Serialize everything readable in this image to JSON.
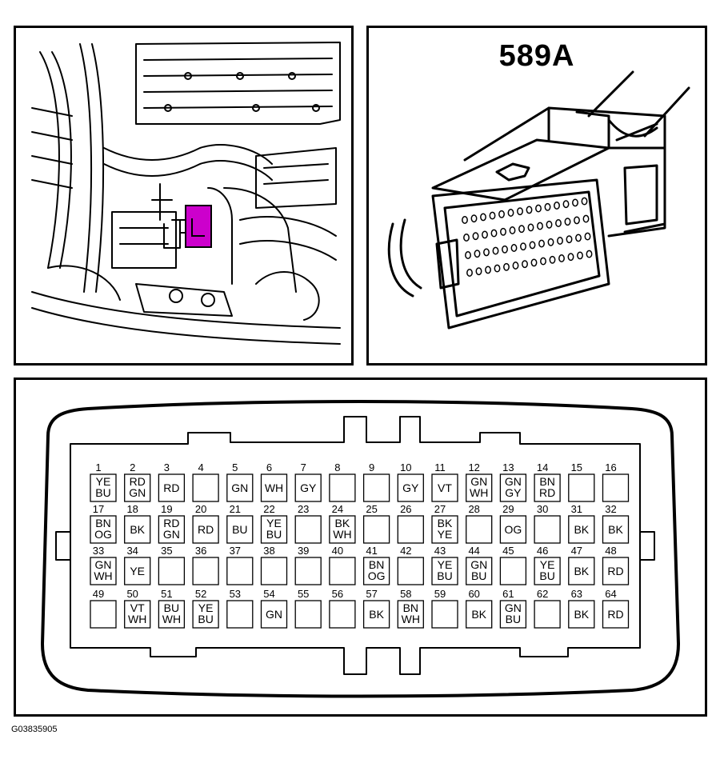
{
  "connector": {
    "id": "589A",
    "highlight_color": "#cc00cc",
    "figure_code": "G03835905"
  },
  "pins": [
    {
      "n": "1",
      "c": [
        "YE",
        "BU"
      ]
    },
    {
      "n": "2",
      "c": [
        "RD",
        "GN"
      ]
    },
    {
      "n": "3",
      "c": [
        "RD"
      ]
    },
    {
      "n": "4",
      "c": []
    },
    {
      "n": "5",
      "c": [
        "GN"
      ]
    },
    {
      "n": "6",
      "c": [
        "WH"
      ]
    },
    {
      "n": "7",
      "c": [
        "GY"
      ]
    },
    {
      "n": "8",
      "c": []
    },
    {
      "n": "9",
      "c": []
    },
    {
      "n": "10",
      "c": [
        "GY"
      ]
    },
    {
      "n": "11",
      "c": [
        "VT"
      ]
    },
    {
      "n": "12",
      "c": [
        "GN",
        "WH"
      ]
    },
    {
      "n": "13",
      "c": [
        "GN",
        "GY"
      ]
    },
    {
      "n": "14",
      "c": [
        "BN",
        "RD"
      ]
    },
    {
      "n": "15",
      "c": []
    },
    {
      "n": "16",
      "c": []
    },
    {
      "n": "17",
      "c": [
        "BN",
        "OG"
      ]
    },
    {
      "n": "18",
      "c": [
        "BK"
      ]
    },
    {
      "n": "19",
      "c": [
        "RD",
        "GN"
      ]
    },
    {
      "n": "20",
      "c": [
        "RD"
      ]
    },
    {
      "n": "21",
      "c": [
        "BU"
      ]
    },
    {
      "n": "22",
      "c": [
        "YE",
        "BU"
      ]
    },
    {
      "n": "23",
      "c": []
    },
    {
      "n": "24",
      "c": [
        "BK",
        "WH"
      ]
    },
    {
      "n": "25",
      "c": []
    },
    {
      "n": "26",
      "c": []
    },
    {
      "n": "27",
      "c": [
        "BK",
        "YE"
      ]
    },
    {
      "n": "28",
      "c": []
    },
    {
      "n": "29",
      "c": [
        "OG"
      ]
    },
    {
      "n": "30",
      "c": []
    },
    {
      "n": "31",
      "c": [
        "BK"
      ]
    },
    {
      "n": "32",
      "c": [
        "BK"
      ]
    },
    {
      "n": "33",
      "c": [
        "GN",
        "WH"
      ]
    },
    {
      "n": "34",
      "c": [
        "YE"
      ]
    },
    {
      "n": "35",
      "c": []
    },
    {
      "n": "36",
      "c": []
    },
    {
      "n": "37",
      "c": []
    },
    {
      "n": "38",
      "c": []
    },
    {
      "n": "39",
      "c": []
    },
    {
      "n": "40",
      "c": []
    },
    {
      "n": "41",
      "c": [
        "BN",
        "OG"
      ]
    },
    {
      "n": "42",
      "c": []
    },
    {
      "n": "43",
      "c": [
        "YE",
        "BU"
      ]
    },
    {
      "n": "44",
      "c": [
        "GN",
        "BU"
      ]
    },
    {
      "n": "45",
      "c": []
    },
    {
      "n": "46",
      "c": [
        "YE",
        "BU"
      ]
    },
    {
      "n": "47",
      "c": [
        "BK"
      ]
    },
    {
      "n": "48",
      "c": [
        "RD"
      ]
    },
    {
      "n": "49",
      "c": []
    },
    {
      "n": "50",
      "c": [
        "VT",
        "WH"
      ]
    },
    {
      "n": "51",
      "c": [
        "BU",
        "WH"
      ]
    },
    {
      "n": "52",
      "c": [
        "YE",
        "BU"
      ]
    },
    {
      "n": "53",
      "c": []
    },
    {
      "n": "54",
      "c": [
        "GN"
      ]
    },
    {
      "n": "55",
      "c": []
    },
    {
      "n": "56",
      "c": []
    },
    {
      "n": "57",
      "c": [
        "BK"
      ]
    },
    {
      "n": "58",
      "c": [
        "BN",
        "WH"
      ]
    },
    {
      "n": "59",
      "c": []
    },
    {
      "n": "60",
      "c": [
        "BK"
      ]
    },
    {
      "n": "61",
      "c": [
        "GN",
        "BU"
      ]
    },
    {
      "n": "62",
      "c": []
    },
    {
      "n": "63",
      "c": [
        "BK"
      ]
    },
    {
      "n": "64",
      "c": [
        "RD"
      ]
    }
  ]
}
